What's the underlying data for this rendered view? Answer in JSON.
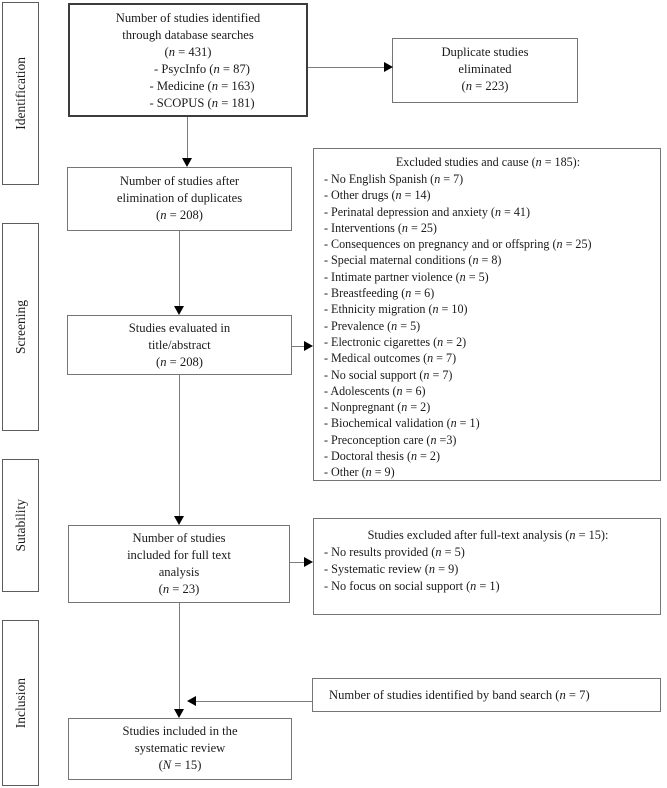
{
  "figure": {
    "stage_labels": [
      "Identification",
      "Screening",
      "Sutability",
      "Inclusion"
    ],
    "boxes": {
      "identified": {
        "title_lines": [
          "Number of studies identified",
          "through database searches",
          "(n = 431)"
        ],
        "items": [
          "- PsycInfo (n = 87)",
          "- Medicine (n = 163)",
          "- SCOPUS (n = 181)"
        ]
      },
      "duplicates_eliminated": {
        "lines": [
          "Duplicate studies",
          "eliminated",
          "(n = 223)"
        ]
      },
      "after_duplicates": {
        "lines": [
          "Number of studies after",
          "elimination of duplicates",
          "(n = 208)"
        ]
      },
      "title_abstract": {
        "lines": [
          "Studies evaluated in",
          "title/abstract",
          "(n = 208)"
        ]
      },
      "excluded_screening": {
        "title": "Excluded studies and cause (n = 185):",
        "items": [
          "- No English Spanish (n = 7)",
          "- Other drugs (n = 14)",
          "- Perinatal depression and anxiety (n = 41)",
          "- Interventions (n = 25)",
          "- Consequences on pregnancy and or offspring (n = 25)",
          "- Special maternal conditions (n = 8)",
          "- Intimate partner violence (n = 5)",
          "- Breastfeeding (n = 6)",
          "- Ethnicity migration (n = 10)",
          "- Prevalence (n = 5)",
          "- Electronic cigarettes (n = 2)",
          "- Medical outcomes (n = 7)",
          "- No social support (n = 7)",
          "- Adolescents (n = 6)",
          "- Nonpregnant (n = 2)",
          "- Biochemical validation (n = 1)",
          "- Preconception care (n =3)",
          "- Doctoral thesis (n = 2)",
          "- Other (n = 9)"
        ]
      },
      "full_text": {
        "lines": [
          "Number of studies",
          "included for full text",
          "analysis",
          "(n = 23)"
        ]
      },
      "excluded_full_text": {
        "title": "Studies excluded after full-text analysis (n = 15):",
        "items": [
          "- No results provided (n = 5)",
          "- Systematic review (n = 9)",
          "- No focus on social support (n = 1)"
        ]
      },
      "band_search": {
        "text": "Number of studies identified by band search (n = 7)"
      },
      "included": {
        "lines": [
          "Studies included in the",
          "systematic review",
          "(N = 15)"
        ]
      }
    },
    "colors": {
      "line": "#7c7c7c",
      "arrowhead": "#000000",
      "border": "#757575",
      "text": "#1a1a1a"
    }
  }
}
